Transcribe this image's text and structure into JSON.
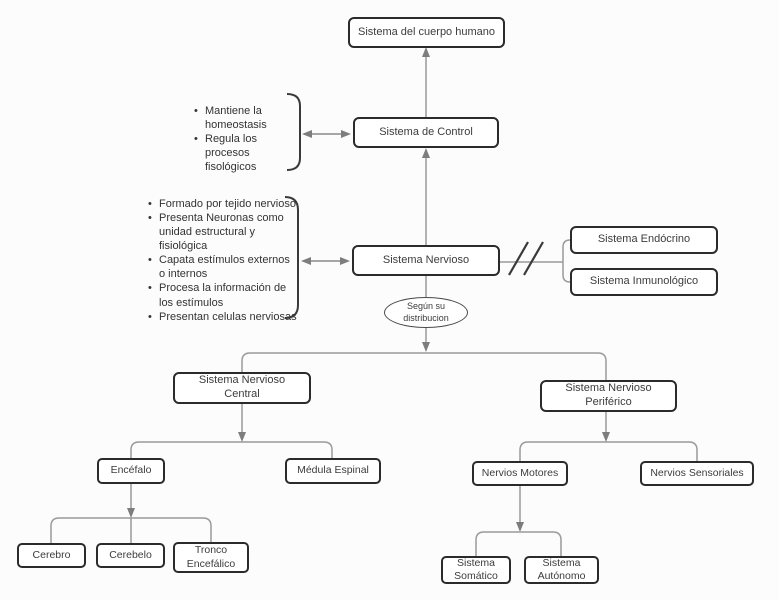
{
  "nodes": {
    "cuerpo_humano": "Sistema del cuerpo humano",
    "control": "Sistema de Control",
    "nervioso": "Sistema Nervioso",
    "endocrino": "Sistema Endócrino",
    "inmunologico": "Sistema Inmunológico",
    "snc": "Sistema Nervioso Central",
    "snp": "Sistema Nervioso Periférico",
    "encefalo": "Encéfalo",
    "medula": "Médula Espinal",
    "cerebro": "Cerebro",
    "cerebelo": "Cerebelo",
    "tronco": "Tronco Encefálico",
    "motores": "Nervios Motores",
    "sensoriales": "Nervios Sensoriales",
    "somatico": "Sistema Somático",
    "autonomo": "Sistema Autónomo"
  },
  "decision": {
    "label": "Según su distribucion"
  },
  "control_notes": {
    "items": [
      "Mantiene la homeostasis",
      "Regula los procesos fisológicos"
    ]
  },
  "nervioso_notes": {
    "items": [
      "Formado por tejido nervioso",
      "Presenta Neuronas como unidad estructural y fisiológica",
      "Capata estímulos externos o internos",
      "Procesa la información de los estímulos",
      "Presentan celulas nerviosas"
    ]
  },
  "colors": {
    "box_border": "#2b2b2b",
    "connector": "#9a9a9a",
    "arrowhead": "#7d7d7d",
    "bracket": "#3a3a3a",
    "background": "#fcfcfc"
  }
}
